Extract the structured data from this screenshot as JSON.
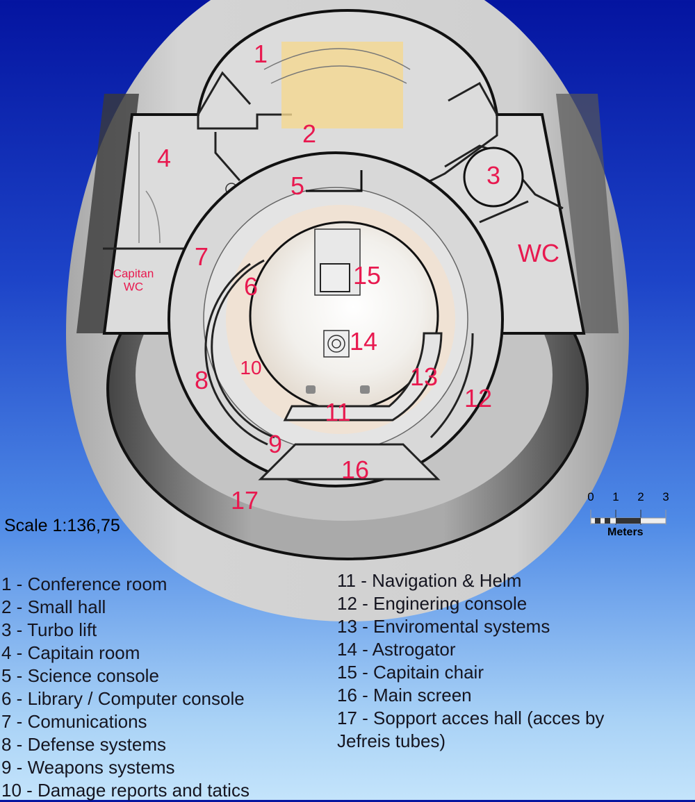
{
  "plan_labels": {
    "r1": "1",
    "r2": "2",
    "r3": "3",
    "r4": "4",
    "r5": "5",
    "r6": "6",
    "r7": "7",
    "r8": "8",
    "r9": "9",
    "r10": "10",
    "r11": "11",
    "r12": "12",
    "r13": "13",
    "r14": "14",
    "r15": "15",
    "r16": "16",
    "r17": "17",
    "wc": "WC",
    "capitan_wc_1": "Capitan",
    "capitan_wc_2": "WC"
  },
  "scale": {
    "title": "Scale 1:136,75",
    "ticks": [
      "0",
      "1",
      "2",
      "3"
    ],
    "unit": "Meters"
  },
  "legend": {
    "left": [
      "1 - Conference room",
      "2 - Small hall",
      "3 - Turbo lift",
      "4 - Capitain room",
      "5 - Science console",
      "6 - Library / Computer console",
      "7 - Comunications",
      "8 - Defense systems",
      "9 - Weapons systems",
      "10 - Damage reports and tatics"
    ],
    "right": [
      "11 - Navigation & Helm",
      "12 - Enginering console",
      "13 - Enviromental systems",
      "14 - Astrogator",
      "15 - Capitain chair",
      "16 - Main screen",
      "17 - Sopport acces hall (acces by",
      "Jefreis tubes)"
    ]
  },
  "colors": {
    "label": "#e8194f",
    "hull": "#c8c8c8",
    "wall": "#111111"
  }
}
